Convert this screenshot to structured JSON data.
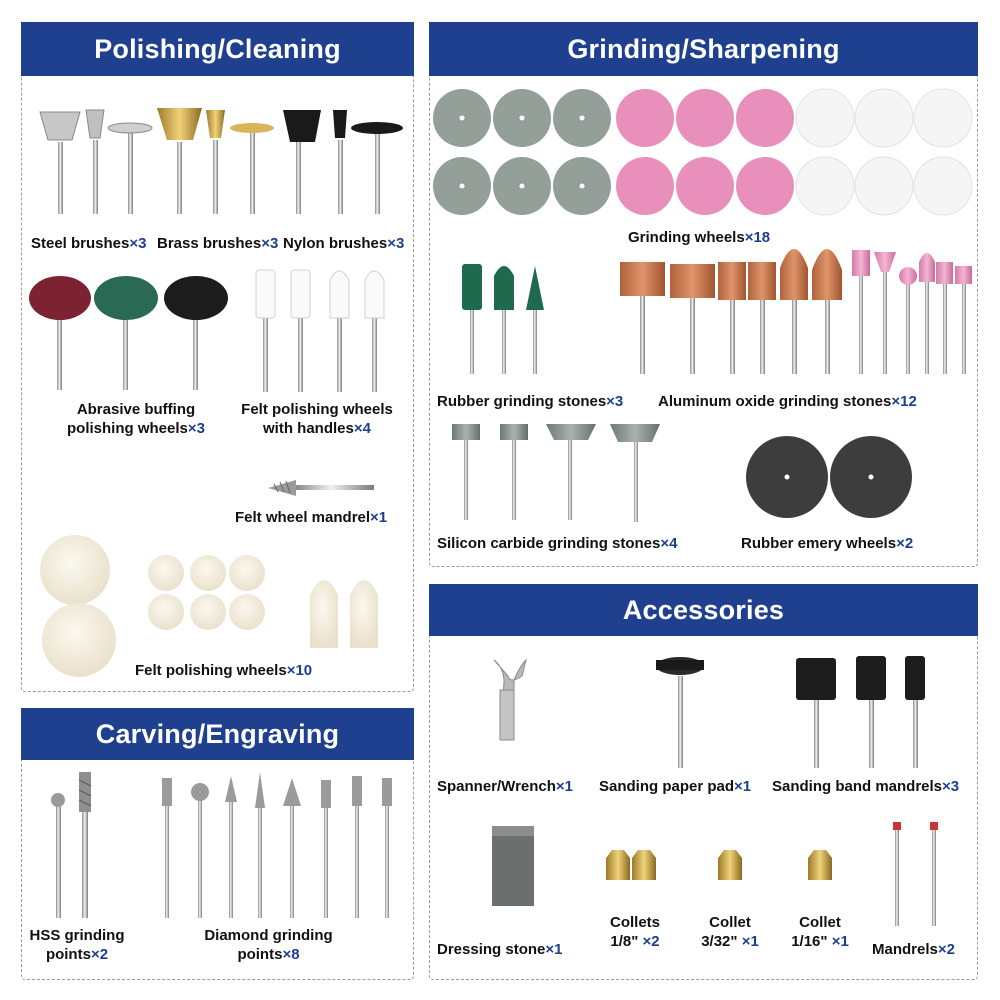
{
  "sections": {
    "polishing": {
      "title": "Polishing/Cleaning"
    },
    "grinding": {
      "title": "Grinding/Sharpening"
    },
    "carving": {
      "title": "Carving/Engraving"
    },
    "accessories": {
      "title": "Accessories"
    }
  },
  "items": {
    "steel_brushes": {
      "name": "Steel brushes",
      "qty": "×3"
    },
    "brass_brushes": {
      "name": "Brass brushes",
      "qty": "×3"
    },
    "nylon_brushes": {
      "name": "Nylon brushes",
      "qty": "×3"
    },
    "abrasive_buffing": {
      "line1": "Abrasive buffing",
      "line2": "polishing wheels",
      "qty": "×3"
    },
    "felt_handles": {
      "line1": "Felt polishing wheels",
      "line2": "with handles",
      "qty": "×4"
    },
    "felt_mandrel": {
      "name": "Felt wheel mandrel",
      "qty": "×1"
    },
    "felt_wheels": {
      "name": "Felt polishing wheels",
      "qty": "×10"
    },
    "grinding_wheels": {
      "name": "Grinding wheels",
      "qty": "×18"
    },
    "rubber_stones": {
      "name": "Rubber grinding stones",
      "qty": "×3"
    },
    "alox_stones": {
      "name": "Aluminum oxide grinding stones",
      "qty": "×12"
    },
    "sic_stones": {
      "name": "Silicon carbide grinding stones",
      "qty": "×4"
    },
    "emery_wheels": {
      "name": "Rubber emery wheels",
      "qty": "×2"
    },
    "hss_points": {
      "line1": "HSS grinding",
      "line2": "points",
      "qty": "×2"
    },
    "diamond_points": {
      "line1": "Diamond grinding",
      "line2": "points",
      "qty": "×8"
    },
    "spanner": {
      "name": "Spanner/Wrench",
      "qty": "×1"
    },
    "sanding_pad": {
      "name": "Sanding paper pad",
      "qty": "×1"
    },
    "band_mandrels": {
      "name": "Sanding band mandrels",
      "qty": "×3"
    },
    "dressing_stone": {
      "name": "Dressing stone",
      "qty": "×1"
    },
    "collets": {
      "line1": "Collets",
      "line2": "1/8\"",
      "qty": "×2"
    },
    "collet_332": {
      "line1": "Collet",
      "line2": "3/32\"",
      "qty": "×1"
    },
    "collet_116": {
      "line1": "Collet",
      "line2": "1/16\"",
      "qty": "×1"
    },
    "mandrels": {
      "name": "Mandrels",
      "qty": "×2"
    }
  },
  "colors": {
    "header": "#1f3f8f",
    "quantity": "#1b3f8f",
    "grey_wheel": "#8e9a94",
    "pink_wheel": "#e88fbb",
    "white_wheel": "#f4f4f4"
  }
}
